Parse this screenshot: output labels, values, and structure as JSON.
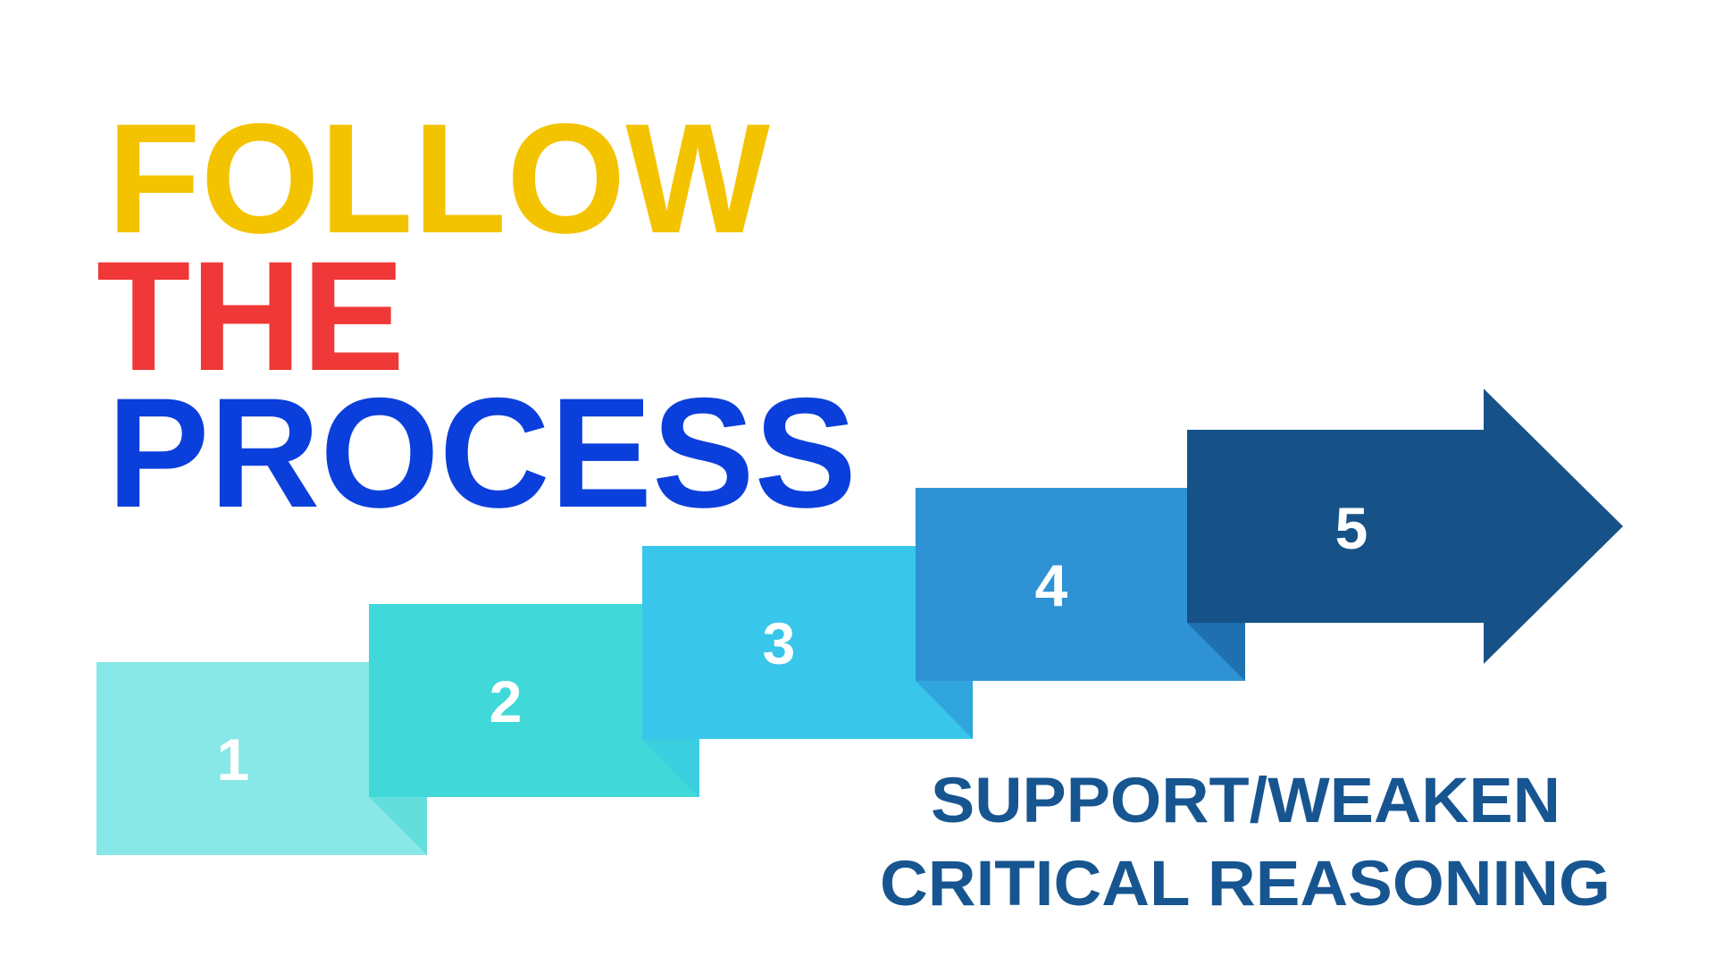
{
  "title": {
    "lines": [
      {
        "text": "FOLLOW",
        "color": "#F4C300"
      },
      {
        "text": "THE",
        "color": "#EF3837"
      },
      {
        "text": "PROCESS",
        "color": "#0B3FDB"
      }
    ]
  },
  "steps": [
    {
      "number": "1",
      "color": "#88E8E7",
      "fold_color": "#62DFDD"
    },
    {
      "number": "2",
      "color": "#40D8D8",
      "fold_color": "#3BCDE0"
    },
    {
      "number": "3",
      "color": "#38C6EA",
      "fold_color": "#31A6DE"
    },
    {
      "number": "4",
      "color": "#2E92D4",
      "fold_color": "#1E70B0"
    },
    {
      "number": "5",
      "color": "#165287",
      "shape": "arrow"
    }
  ],
  "subtitle": {
    "lines": [
      "SUPPORT/WEAKEN",
      "CRITICAL REASONING"
    ],
    "color": "#175590"
  },
  "background_color": "#FFFFFF"
}
